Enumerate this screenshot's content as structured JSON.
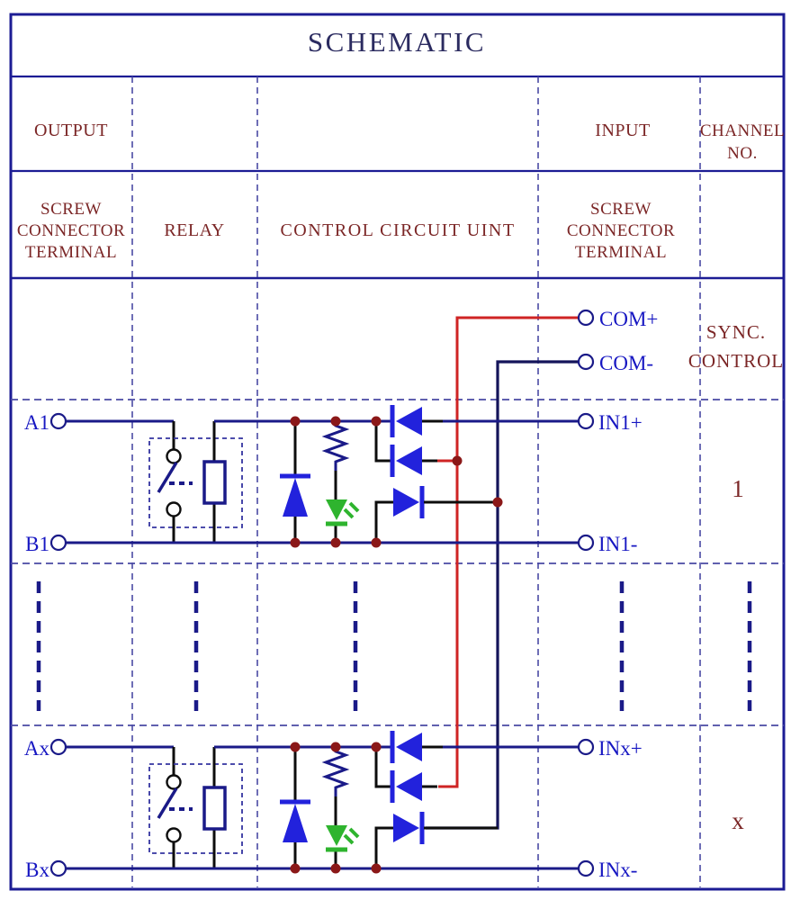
{
  "title": "SCHEMATIC",
  "colors": {
    "border": "#1c1c94",
    "wire": "#1a1a88",
    "wire_dark": "#14145a",
    "label_blue": "#1717c2",
    "red": "#cf2424",
    "green": "#2eb42e",
    "diode": "#2222dc",
    "dot": "#8b1818",
    "text_maroon": "#7b2626",
    "title_navy": "#2b2b60",
    "black": "#0d0d0d",
    "dash": "#4a4aa4"
  },
  "columns": {
    "output": "OUTPUT",
    "input": "INPUT",
    "channel_line1": "CHANNEL",
    "channel_line2": "NO."
  },
  "header2": {
    "screw_left": [
      "SCREW",
      "CONNECTOR",
      "TERMINAL"
    ],
    "relay": "RELAY",
    "control": "CONTROL CIRCUIT UINT",
    "screw_right": [
      "SCREW",
      "CONNECTOR",
      "TERMINAL"
    ]
  },
  "sync": {
    "com_plus": "COM+",
    "com_minus": "COM-",
    "label_line1": "SYNC.",
    "label_line2": "CONTROL"
  },
  "channels": [
    {
      "a": "A1",
      "b": "B1",
      "in_plus": "IN1+",
      "in_minus": "IN1-",
      "number": "1"
    },
    {
      "a": "Ax",
      "b": "Bx",
      "in_plus": "INx+",
      "in_minus": "INx-",
      "number": "x"
    }
  ]
}
